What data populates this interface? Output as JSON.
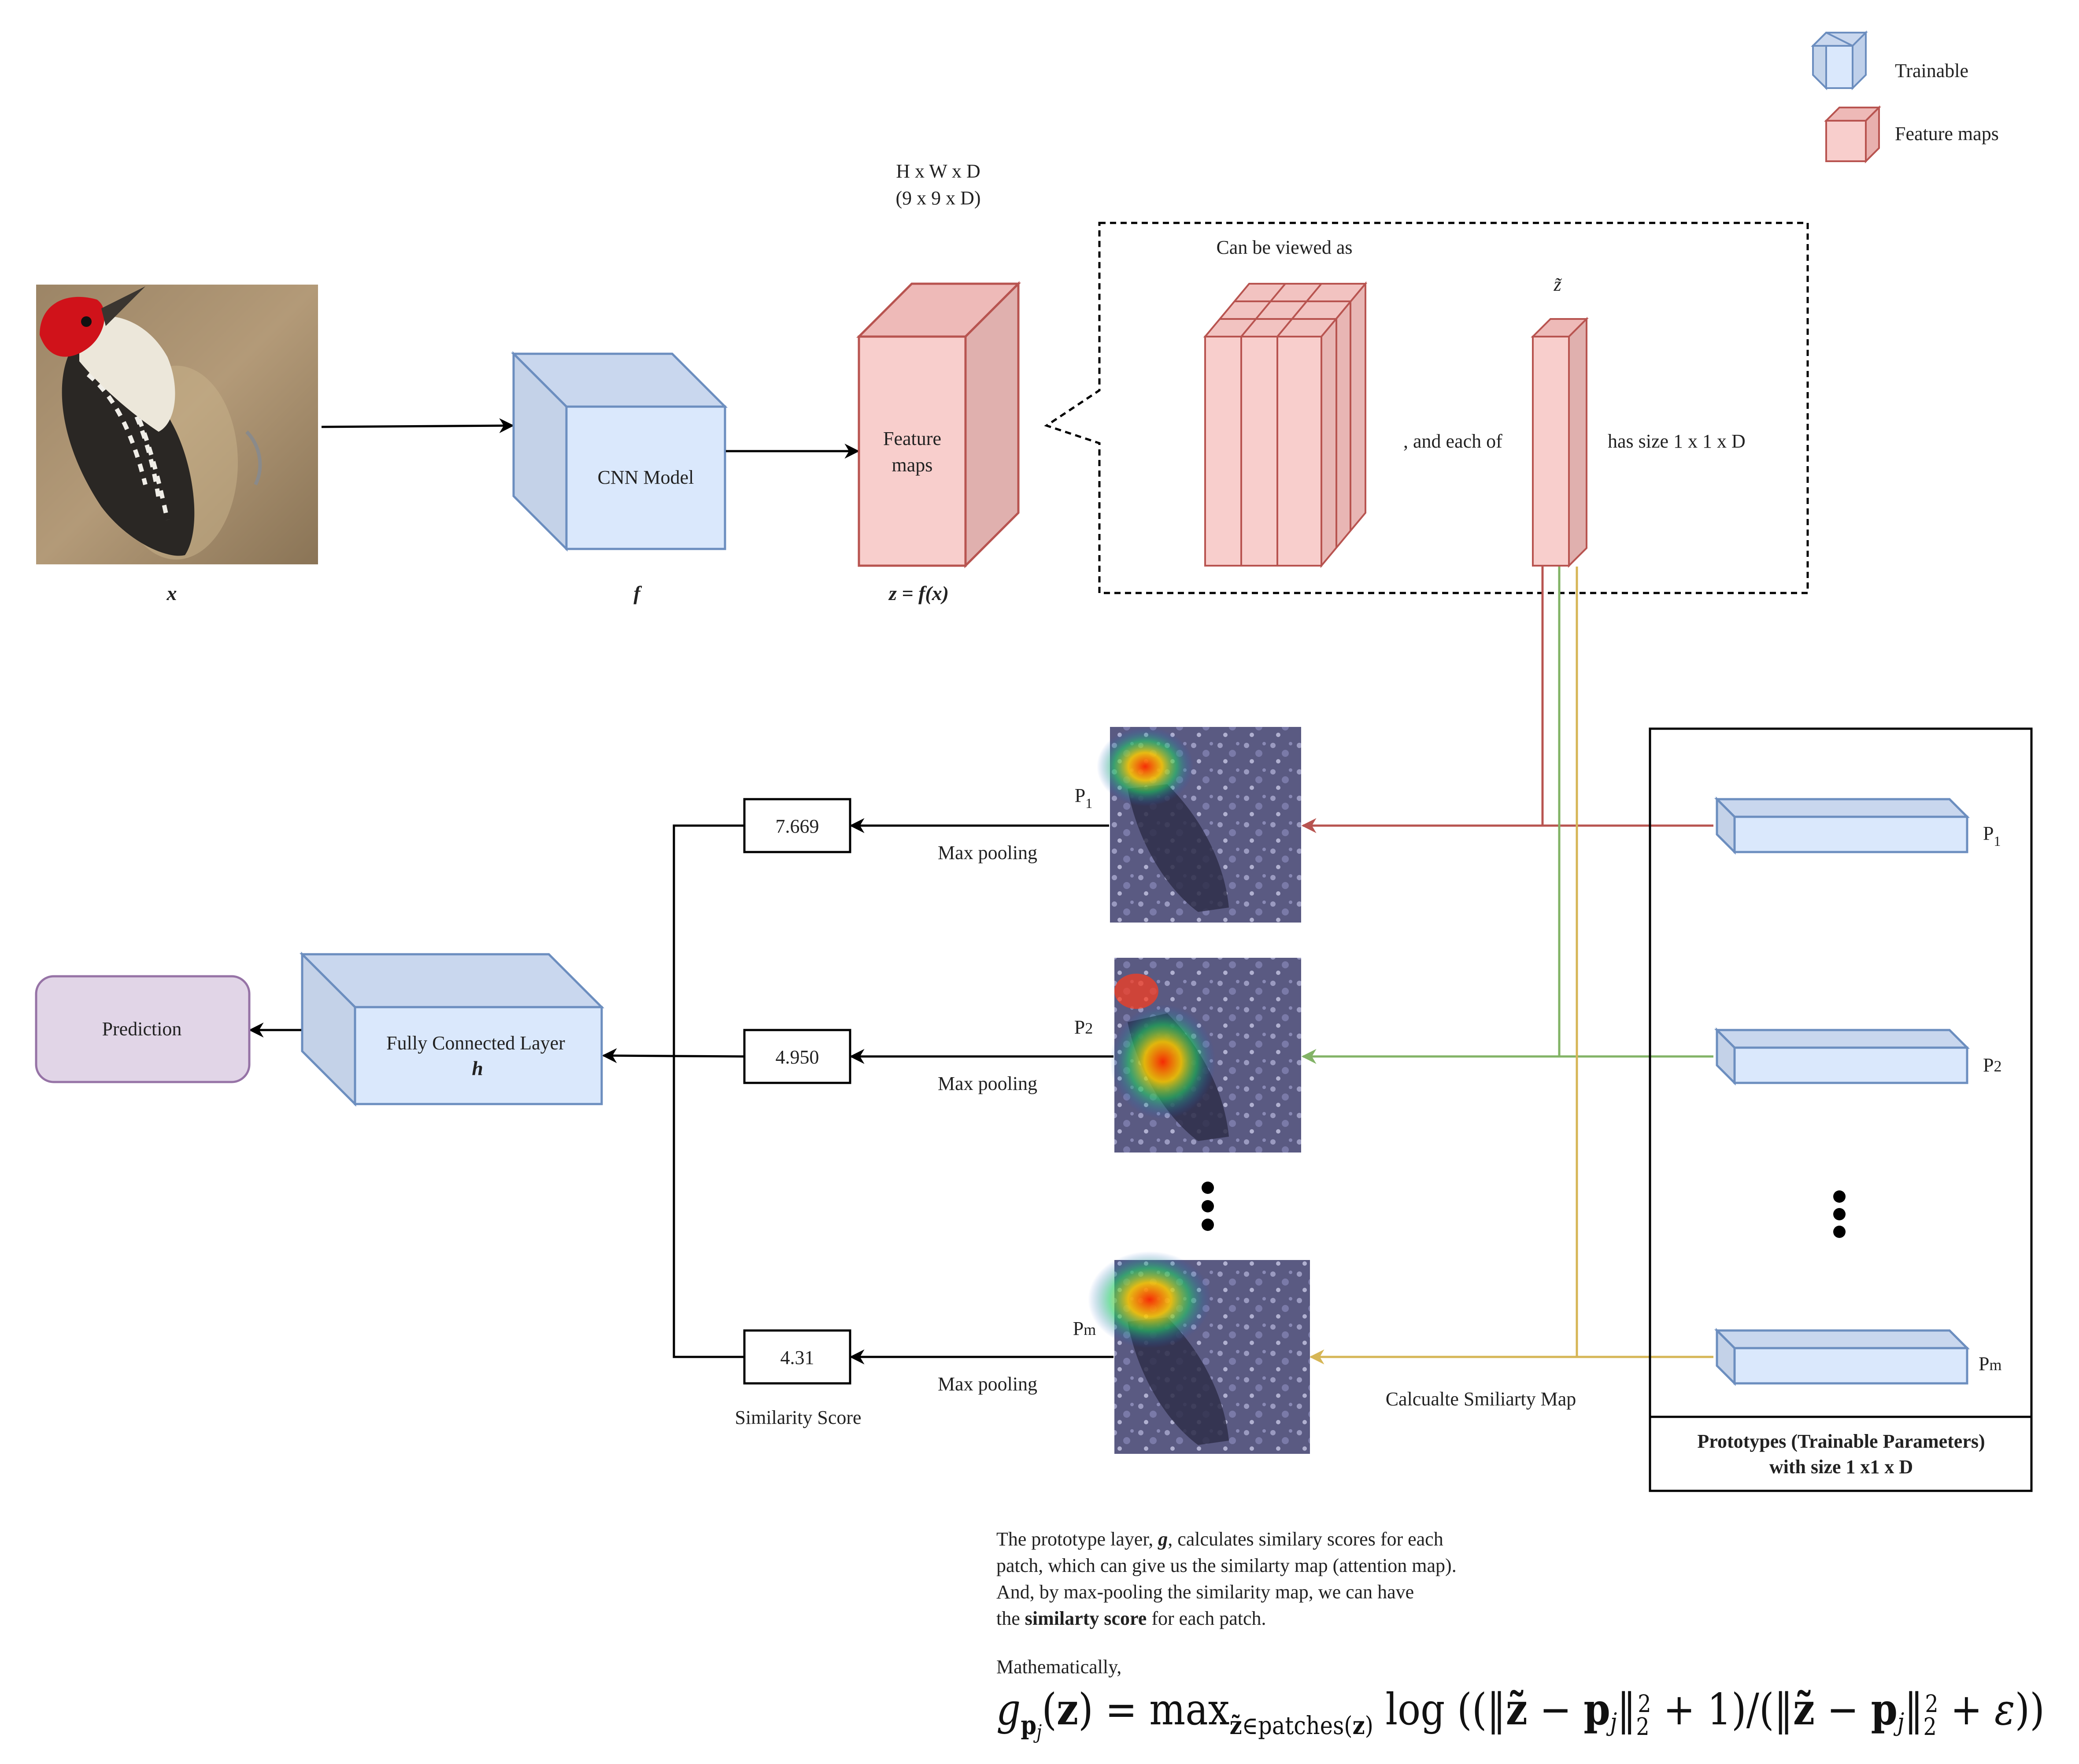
{
  "legend": {
    "trainable": "Trainable",
    "feature_maps": "Feature maps"
  },
  "input": {
    "symbol": "x"
  },
  "cnn": {
    "label": "CNN Model",
    "symbol": "f"
  },
  "feature": {
    "dims_line1": "H x W x D",
    "dims_line2": "(9 x 9 x D)",
    "label_line1": "Feature",
    "label_line2": "maps",
    "symbol": "z = f(x)"
  },
  "callout": {
    "viewed_as": "Can be viewed as",
    "and_each_of": ", and each of",
    "z_tilde": "z̃",
    "has_size": "has size 1 x 1 x D"
  },
  "rows": [
    {
      "prototype": "P",
      "subscript": "1",
      "score": "7.669",
      "op": "Max pooling"
    },
    {
      "prototype": "P",
      "subscript": "2",
      "score": "4.950",
      "op": "Max pooling"
    },
    {
      "prototype": "P",
      "subscript": "m",
      "score": "4.31",
      "op": "Max pooling"
    }
  ],
  "similarity_score_label": "Similarity Score",
  "calc_map_label": "Calcualte Smiliarty Map",
  "fc": {
    "label": "Fully Connected Layer",
    "symbol": "h"
  },
  "prediction": {
    "label": "Prediction"
  },
  "prototypes": {
    "caption_line1": "Prototypes (Trainable Parameters)",
    "caption_line2": "with size 1 x1 x D"
  },
  "description": {
    "line1_a": "The prototype layer, ",
    "line1_g": "g",
    "line1_b": ", calculates similary scores for each",
    "line2": "patch, which can give us the similarty map (attention map).",
    "line3": "And, by max-pooling the similarity map, we can have",
    "line4_a": "the ",
    "line4_bold": "similarty score",
    "line4_b": " for each patch.",
    "line5": "Mathematically,"
  },
  "formula": "g_{p_j}(z) = max_{z̃∈patches(z)} log((‖z̃ − p_j‖²₂ + 1)/(‖z̃ − p_j‖²₂ + ε))",
  "colors": {
    "trainable_fill": "#dae8fc",
    "trainable_stroke": "#6c8ebf",
    "feature_fill": "#f8cecc",
    "feature_stroke": "#b85450",
    "prediction_fill": "#e1d5e7",
    "prediction_stroke": "#9673a6",
    "line_red": "#b85450",
    "line_green": "#82b366",
    "line_yellow": "#d6b656"
  }
}
